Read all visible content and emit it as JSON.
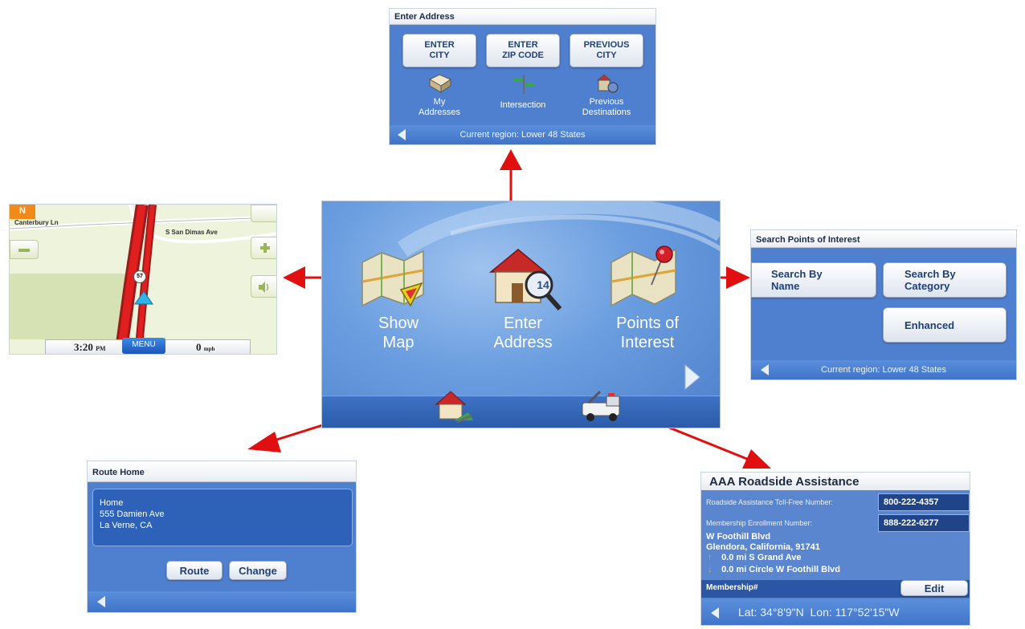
{
  "enter_address": {
    "title": "Enter Address",
    "buttons": [
      {
        "line1": "ENTER",
        "line2": "CITY"
      },
      {
        "line1": "ENTER",
        "line2": "ZIP CODE"
      },
      {
        "line1": "PREVIOUS",
        "line2": "CITY"
      }
    ],
    "icons": [
      {
        "line1": "My",
        "line2": "Addresses"
      },
      {
        "line1": "Intersection",
        "line2": ""
      },
      {
        "line1": "Previous",
        "line2": "Destinations"
      }
    ],
    "footer": "Current region: Lower 48 States"
  },
  "main_menu": {
    "items": [
      {
        "line1": "Show",
        "line2": "Map"
      },
      {
        "line1": "Enter",
        "line2": "Address"
      },
      {
        "line1": "Points of",
        "line2": "Interest"
      }
    ],
    "badge": "14"
  },
  "map": {
    "compass": "N",
    "street1": "Canterbury Ln",
    "street2": "S San Dimas Ave",
    "route_shield": "57",
    "time": "3:20",
    "time_suffix": "PM",
    "menu_label": "MENU",
    "speed": "0",
    "speed_unit": "mph"
  },
  "poi": {
    "title": "Search Points of Interest",
    "search_name": {
      "line1": "Search By",
      "line2": "Name"
    },
    "search_category": {
      "line1": "Search By",
      "line2": "Category"
    },
    "enhanced": "Enhanced",
    "footer": "Current region: Lower 48 States"
  },
  "route_home": {
    "title": "Route Home",
    "address_lines": [
      "Home",
      "555 Damien Ave",
      "La Verne, CA"
    ],
    "route_label": "Route",
    "change_label": "Change"
  },
  "aaa": {
    "title": "AAA Roadside Assistance",
    "toll_free_label": "Roadside Assistance Toll-Free Number:",
    "toll_free_value": "800-222-4357",
    "enrollment_label": "Membership Enrollment Number:",
    "enrollment_value": "888-222-6277",
    "address1": "W Foothill Blvd",
    "address2": "Glendora, California, 91741",
    "dir1": "0.0 mi S Grand Ave",
    "dir2": "0.0 mi Circle W Foothill Blvd",
    "membership_label": "Membership#",
    "edit_label": "Edit",
    "coords": "Lat: 34°8'9\"N  Lon: 117°52'15\"W"
  },
  "colors": {
    "panel_blue": "#4f7fcf",
    "arrow_red": "#e01010",
    "button_text": "#1e3f7a"
  }
}
